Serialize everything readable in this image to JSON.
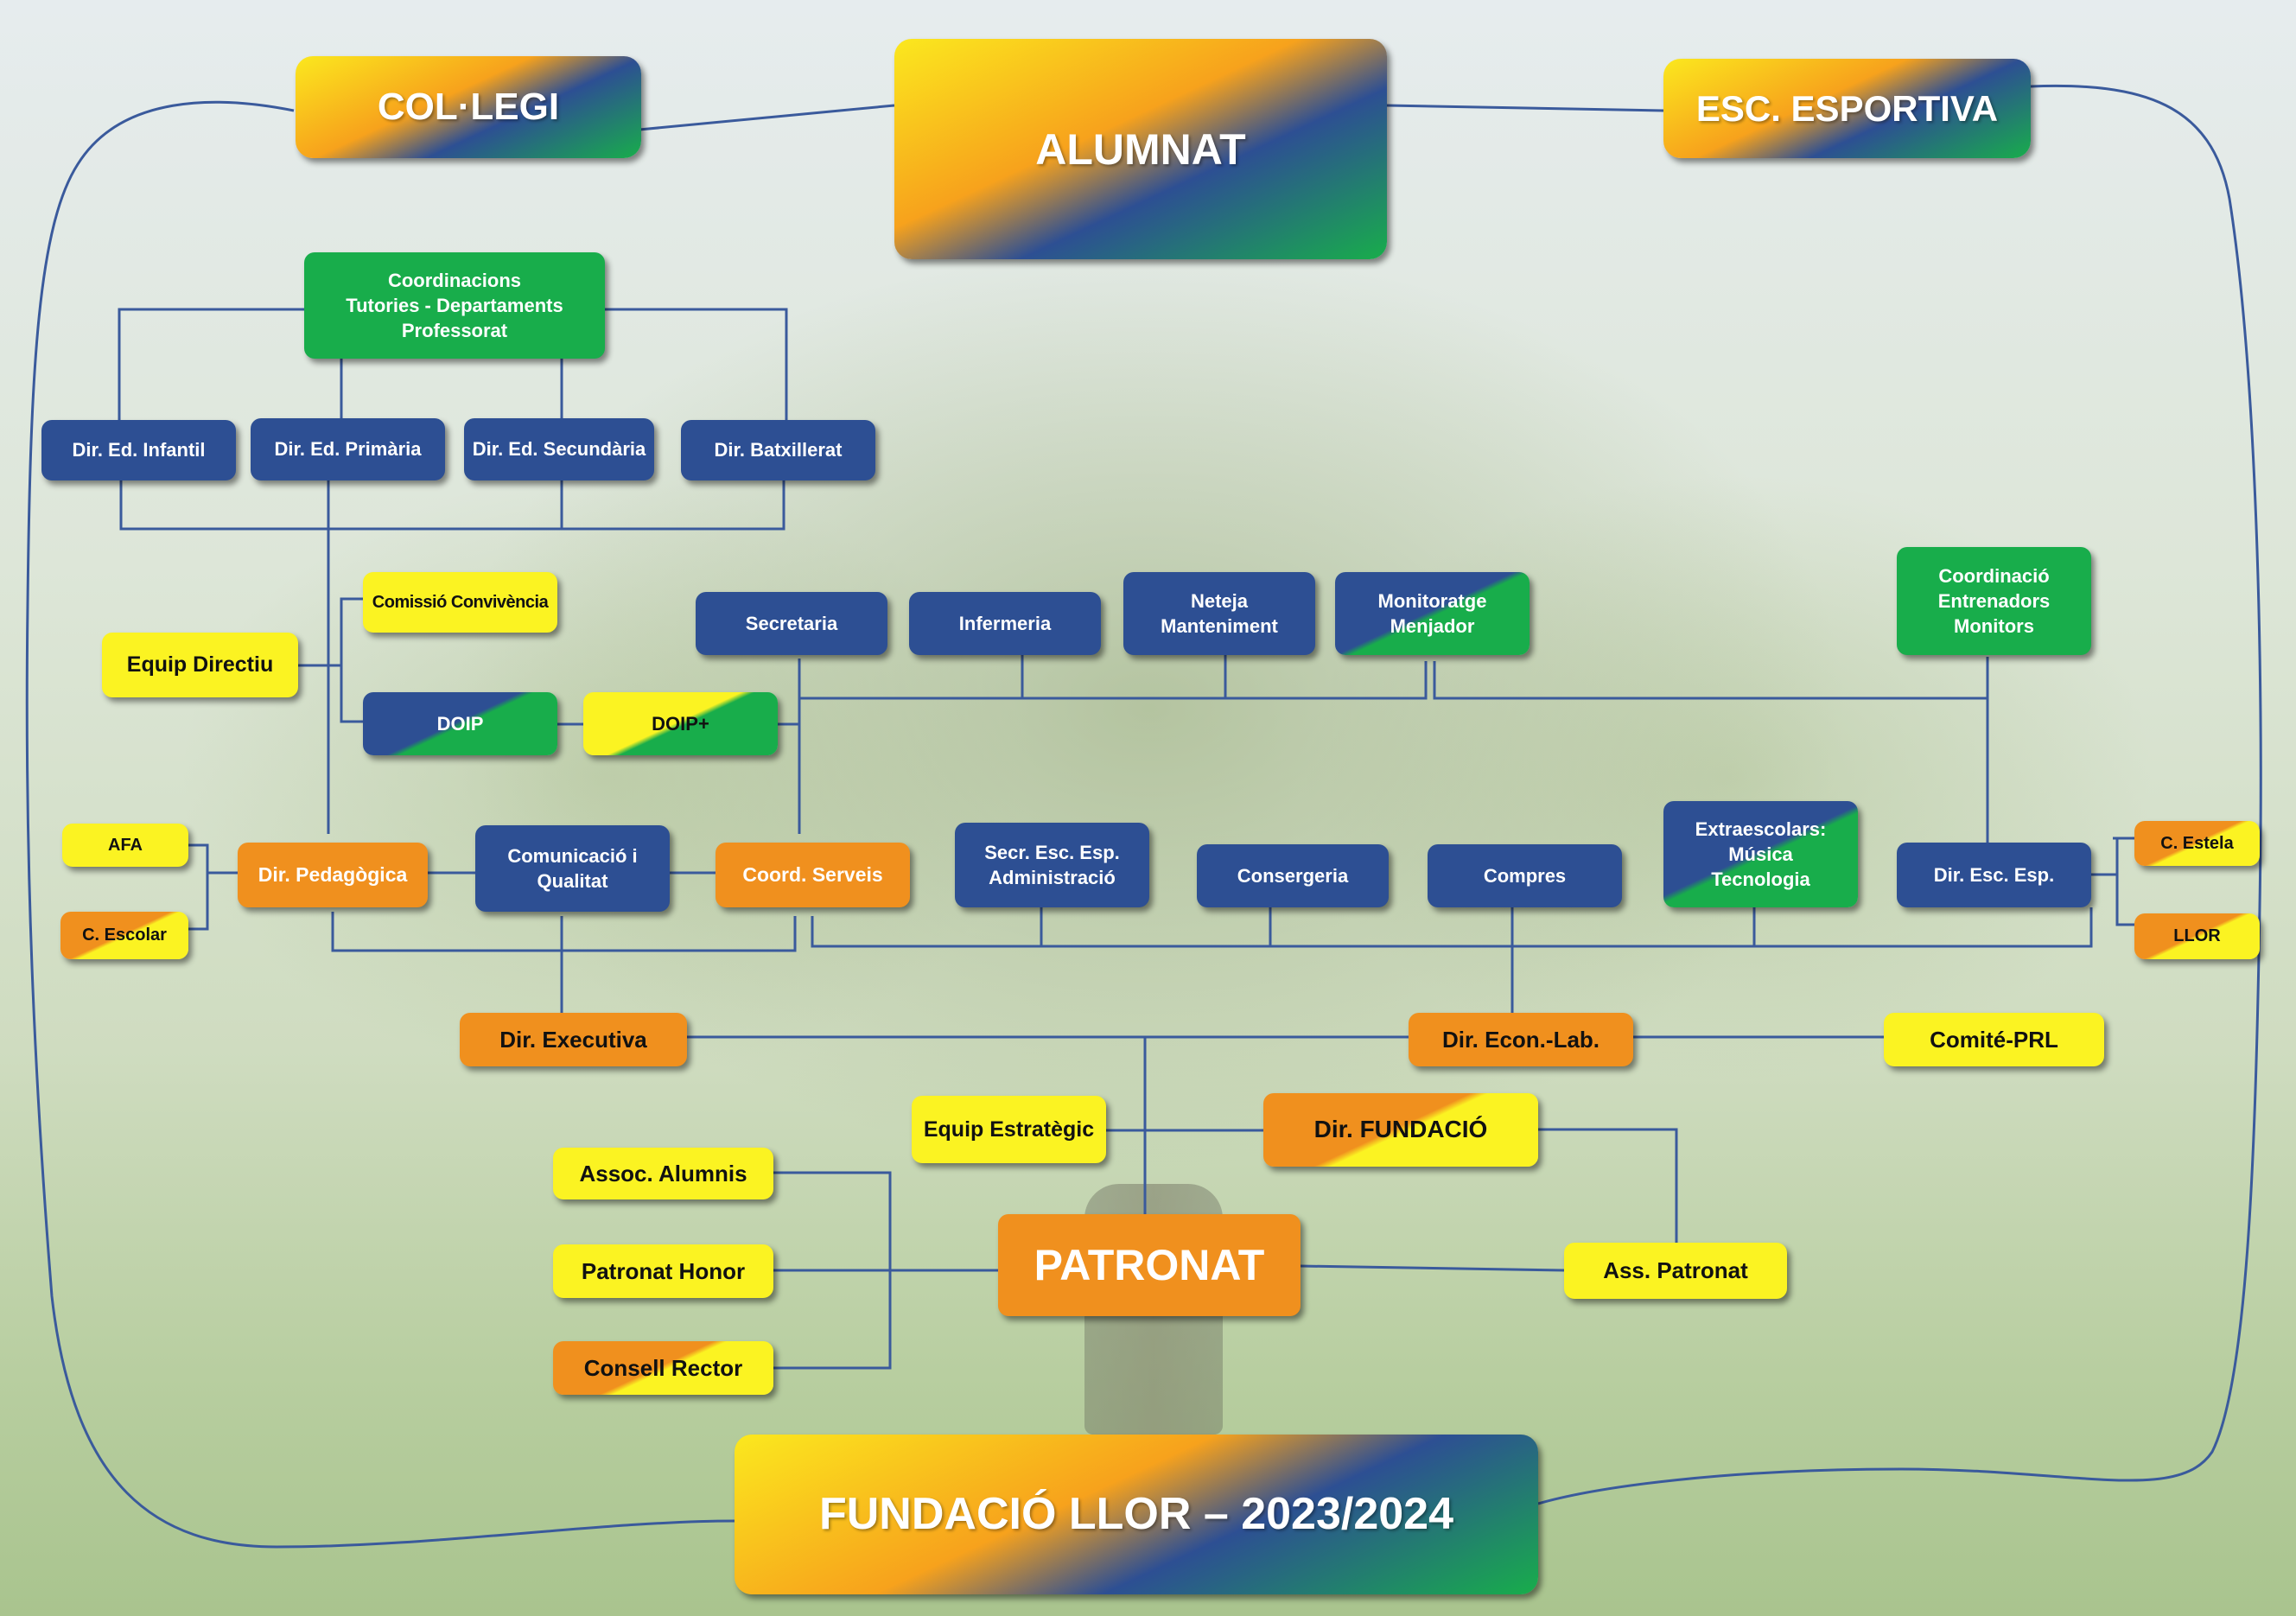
{
  "top": {
    "college": "COL·LEGI",
    "students": "ALUMNAT",
    "sports_school": "ESC. ESPORTIVA"
  },
  "academic": {
    "coordinations": "Coordinacions\nTutories - Departaments\nProfessorat",
    "dir_infant": "Dir. Ed. Infantil",
    "dir_primaria": "Dir. Ed. Primària",
    "dir_secundaria": "Dir. Ed. Secundària",
    "dir_batxillerat": "Dir. Batxillerat"
  },
  "pedagogic": {
    "comissio": "Comissió Convivència",
    "equip_directiu": "Equip Directiu",
    "doip": "DOIP",
    "doip_plus": "DOIP+",
    "afa": "AFA",
    "c_escolar": "C. Escolar",
    "dir_pedagogica": "Dir. Pedagògica",
    "comunicacio": "Comunicació i\nQualitat"
  },
  "services": {
    "secretaria": "Secretaria",
    "infermeria": "Infermeria",
    "neteja": "Neteja\nManteniment",
    "monitoratge": "Monitoratge\nMenjador",
    "coord_serveis": "Coord. Serveis",
    "secr_esc_esp": "Secr. Esc. Esp.\nAdministració",
    "consergeria": "Consergeria",
    "compres": "Compres",
    "extraescolars": "Extraescolars:\nMúsica\nTecnologia"
  },
  "sports": {
    "coordinacio": "Coordinació\nEntrenadors\nMonitors",
    "dir_esc_esp": "Dir. Esc. Esp.",
    "c_estela": "C. Estela",
    "llor": "LLOR"
  },
  "management": {
    "dir_executiva": "Dir. Executiva",
    "dir_econ_lab": "Dir. Econ.-Lab.",
    "comite_prl": "Comité-PRL",
    "equip_estrategic": "Equip Estratègic",
    "dir_fundacio": "Dir. FUNDACIÓ"
  },
  "board": {
    "assoc_alumnis": "Assoc. Alumnis",
    "patronat_honor": "Patronat Honor",
    "consell_rector": "Consell Rector",
    "patronat": "PATRONAT",
    "ass_patronat": "Ass. Patronat"
  },
  "footer": {
    "title": "FUNDACIÓ LLOR – 2023/2024"
  },
  "colors": {
    "blue": "#2d4f93",
    "green": "#18ad4b",
    "orange": "#f0901e",
    "yellow": "#fbf322",
    "connector": "#3a5a9c"
  }
}
